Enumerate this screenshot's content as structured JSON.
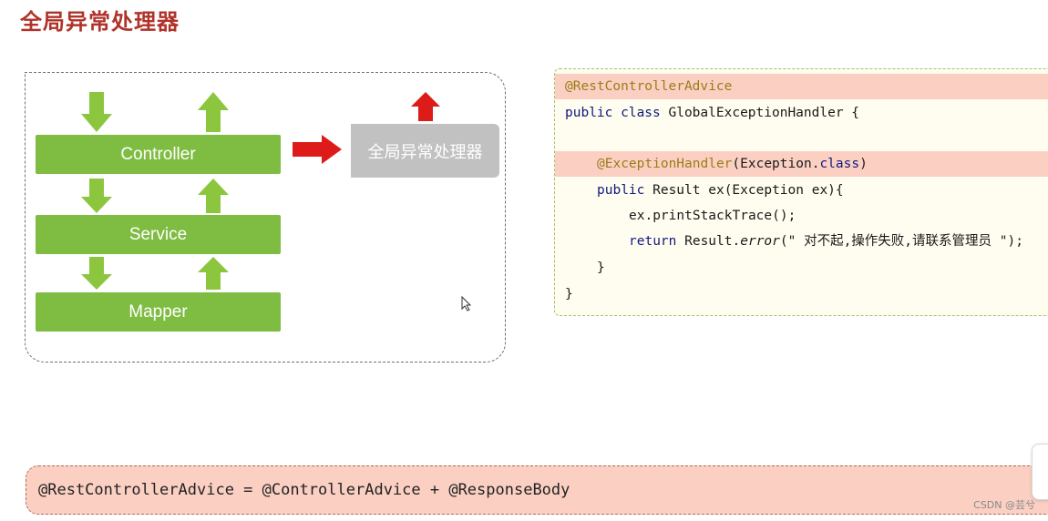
{
  "title": "全局异常处理器",
  "diagram": {
    "layers": [
      {
        "label": "Controller"
      },
      {
        "label": "Service"
      },
      {
        "label": "Mapper"
      }
    ],
    "handler_label": "全局异常处理器"
  },
  "code": {
    "line1_annotation": "@RestControllerAdvice",
    "line2_keywords": "public class",
    "line2_rest": " GlobalExceptionHandler {",
    "line4_annotation": "@ExceptionHandler",
    "line4_paren_open": "(Exception.",
    "line4_kw": "class",
    "line4_paren_close": ")",
    "line5_kw": "public",
    "line5_rest": " Result ex(Exception ex){",
    "line6": "ex.printStackTrace();",
    "line7_kw": "return",
    "line7_mid": " Result.",
    "line7_method": "error",
    "line7_args": "(\" 对不起,操作失败,请联系管理员 \");",
    "line8": "}",
    "line9": "}"
  },
  "formula": "@RestControllerAdvice = @ControllerAdvice + @ResponseBody",
  "watermark": "CSDN @芸兮",
  "colors": {
    "title": "#b0332a",
    "layer_green": "#7fbc42",
    "arrow_green": "#8cc63f",
    "arrow_red": "#dd1c1a",
    "handler_gray": "#c1c1c1",
    "highlight": "#fbd0c3",
    "code_bg": "#fefdf0"
  },
  "icons": {
    "down_arrow": "down-arrow-icon",
    "up_arrow": "up-arrow-icon",
    "right_arrow": "right-arrow-icon",
    "cursor": "mouse-cursor-icon"
  }
}
